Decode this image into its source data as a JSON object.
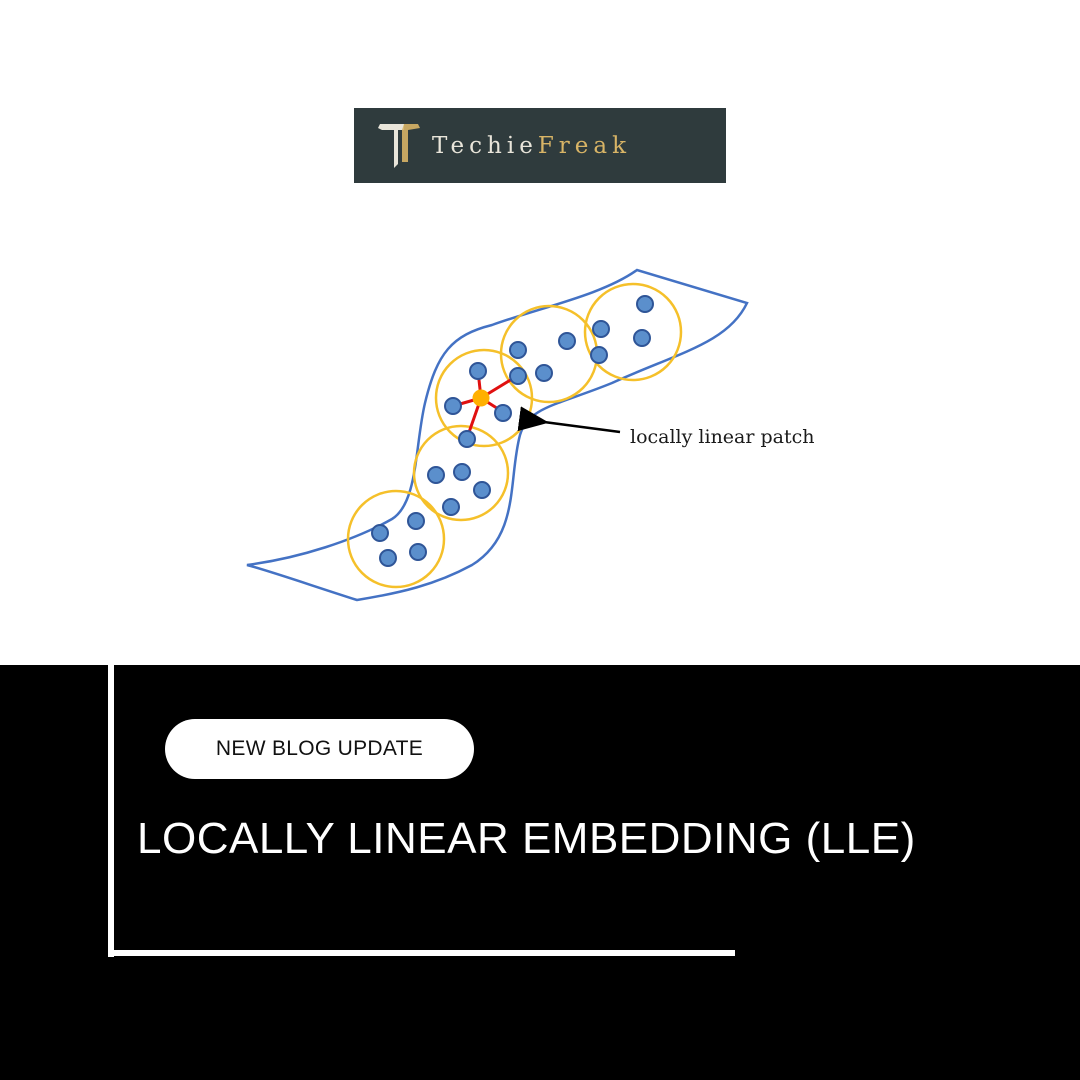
{
  "brand": {
    "name_part1": "Techie",
    "name_part2": "Freak",
    "colors": {
      "background": "#2f3b3d",
      "light": "#e9e5da",
      "gold": "#d8b466"
    }
  },
  "diagram": {
    "label": "locally linear patch",
    "colors": {
      "manifold_outline": "#4472c4",
      "patch_circle": "#f5c02a",
      "point_fill": "#5b8fcc",
      "point_stroke": "#2f5597",
      "center_point": "#ffb000",
      "neighbor_link": "#e01010",
      "arrow": "#000000"
    }
  },
  "banner": {
    "tag": "NEW BLOG UPDATE",
    "title": "LOCALLY LINEAR EMBEDDING (LLE)"
  }
}
